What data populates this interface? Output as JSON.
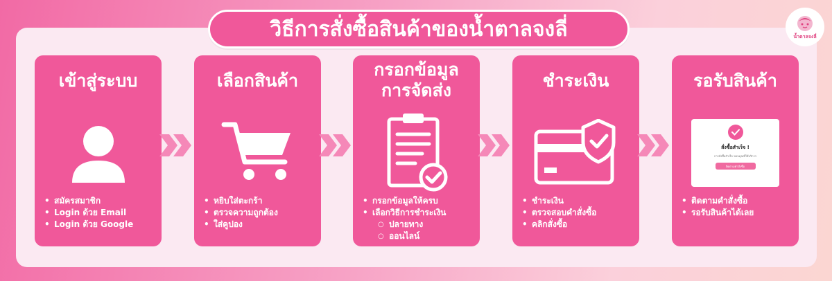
{
  "header": {
    "title": "วิธีการสั่งซื้อสินค้าของน้ำตาลจงลี่"
  },
  "logo": {
    "text": "น้ำตาลจงลี่"
  },
  "colors": {
    "accent": "#f0589a",
    "panel": "#fbe9f2",
    "chevron": "#f588b8"
  },
  "steps": [
    {
      "title_lines": [
        "เข้าสู่ระบบ"
      ],
      "icon": "user-icon",
      "items": [
        "สมัครสมาชิก",
        "Login ด้วย Email",
        "Login ด้วย Google"
      ]
    },
    {
      "title_lines": [
        "เลือกสินค้า"
      ],
      "icon": "shopping-cart-icon",
      "items": [
        "หยิบใส่ตะกร้า",
        "ตรวจความถูกต้อง",
        "ใส่คูปอง"
      ]
    },
    {
      "title_lines": [
        "กรอกข้อมูล",
        "การจัดส่ง"
      ],
      "icon": "clipboard-check-icon",
      "items": [
        "กรอกข้อมูลให้ครบ",
        "เลือกวิธีการชำระเงิน"
      ],
      "subitems": [
        "ปลายทาง",
        "ออนไลน์"
      ]
    },
    {
      "title_lines": [
        "ชำระเงิน"
      ],
      "icon": "credit-card-shield-icon",
      "items": [
        "ชำระเงิน",
        "ตรวจสอบคำสั่งซื้อ",
        "คลิกสั่งซื้อ"
      ]
    },
    {
      "title_lines": [
        "รอรับสินค้า"
      ],
      "icon": "order-success-popup",
      "items": [
        "ติดตามคำสั่งซื้อ",
        "รอรับสินค้าได้เลย"
      ],
      "popup": {
        "title": "สั่งซื้อสำเร็จ !",
        "text": "การสั่งซื้อสำเร็จ ขอบคุณที่ใช้บริการ",
        "button": "ติดตามคำสั่งซื้อ"
      }
    }
  ]
}
